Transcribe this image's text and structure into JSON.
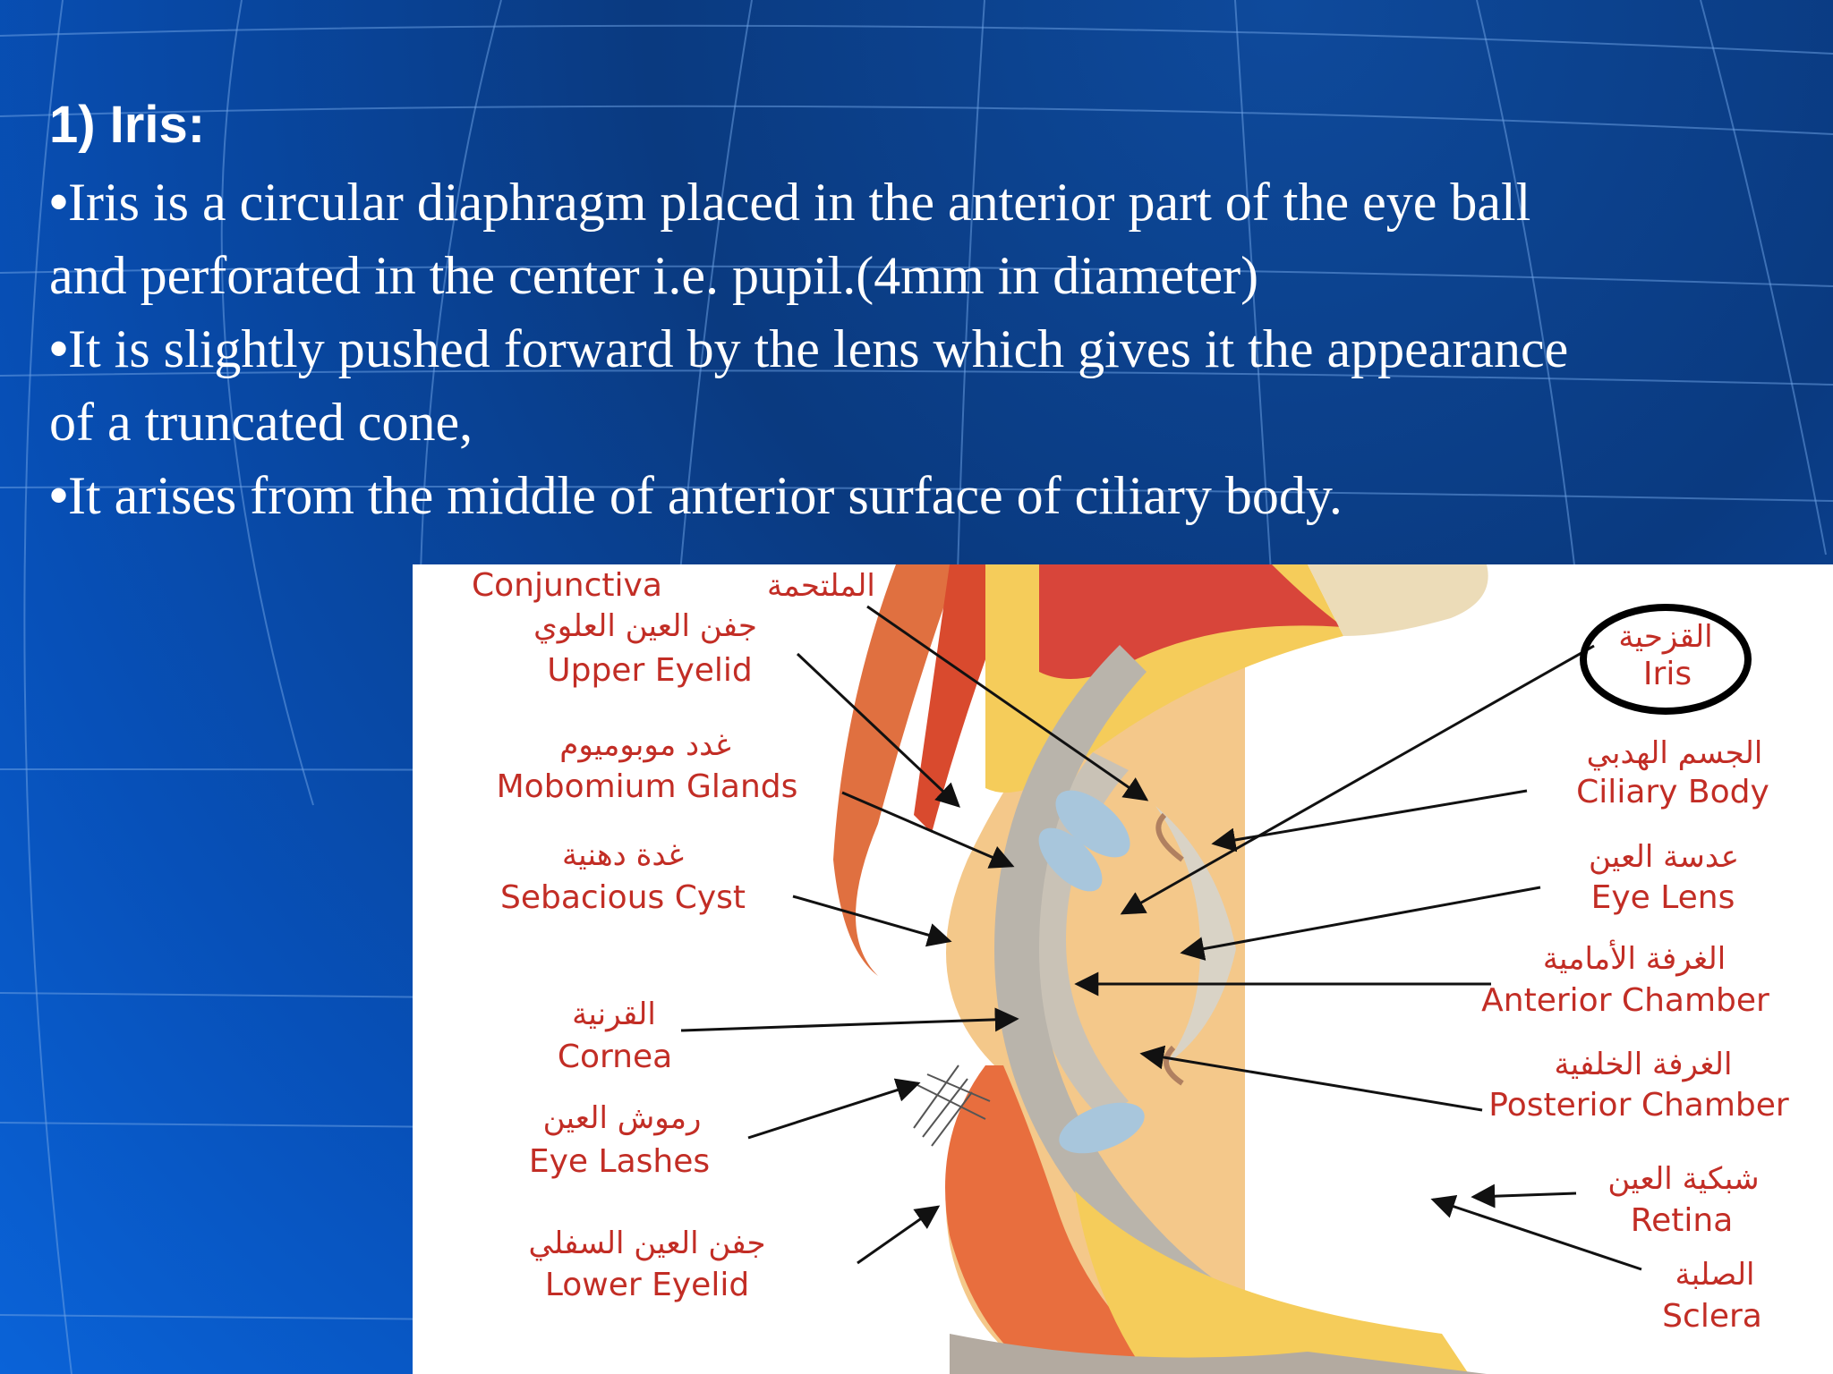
{
  "slide": {
    "heading": "1) Iris:",
    "bullets": [
      {
        "marker": "•",
        "text": "Iris is a circular diaphragm placed in the anterior part of the eye ball and perforated in the center i.e. pupil.(4mm in diameter)"
      },
      {
        "marker": "•",
        "text": "It is slightly pushed forward by the lens which gives it the appearance of a truncated cone,"
      },
      {
        "marker": "•",
        "text": "It arises from the middle of anterior surface of ciliary body."
      }
    ]
  },
  "diagram": {
    "labels": {
      "conjunctiva": {
        "en": "Conjunctiva",
        "ar": "الملتحمة"
      },
      "upper_eyelid": {
        "en": "Upper Eyelid",
        "ar": "جفن العين العلوي"
      },
      "mobomium_glands": {
        "en": "Mobomium Glands",
        "ar": "غدد موبوميوم"
      },
      "sebacious_cyst": {
        "en": "Sebacious Cyst",
        "ar": "غدة دهنية"
      },
      "cornea": {
        "en": "Cornea",
        "ar": "القرنية"
      },
      "eye_lashes": {
        "en": "Eye Lashes",
        "ar": "رموش العين"
      },
      "lower_eyelid": {
        "en": "Lower Eyelid",
        "ar": "جفن العين السفلي"
      },
      "iris": {
        "en": "Iris",
        "ar": "القزحية"
      },
      "ciliary_body": {
        "en": "Ciliary Body",
        "ar": "الجسم الهدبي"
      },
      "eye_lens": {
        "en": "Eye Lens",
        "ar": "عدسة العين"
      },
      "anterior_chamber": {
        "en": "Anterior Chamber",
        "ar": "الغرفة الأمامية"
      },
      "posterior_chamber": {
        "en": "Posterior Chamber",
        "ar": "الغرفة الخلفية"
      },
      "retina": {
        "en": "Retina",
        "ar": "شبكية العين"
      },
      "sclera": {
        "en": "Sclera",
        "ar": "الصلبة"
      }
    },
    "highlighted": "iris",
    "colors": {
      "label": "#c22d25",
      "leader": "#111111",
      "highlight_ring": "#000000"
    }
  }
}
